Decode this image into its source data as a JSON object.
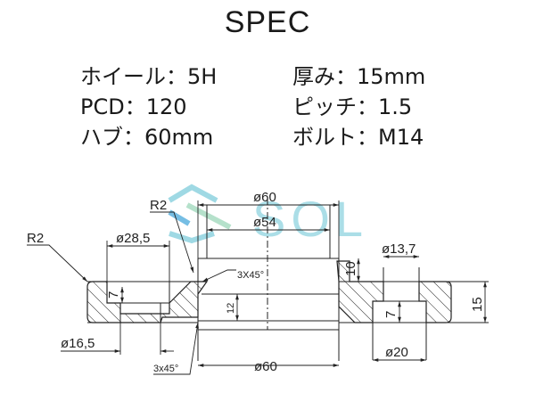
{
  "title": "SPEC",
  "specs": {
    "left": [
      {
        "label": "ホイール",
        "sep": "：",
        "value": "5H"
      },
      {
        "label": "PCD",
        "sep": "：",
        "value": "120"
      },
      {
        "label": "ハブ",
        "sep": "：",
        "value": "60mm"
      }
    ],
    "right": [
      {
        "label": "厚み",
        "sep": "：",
        "value": "15mm"
      },
      {
        "label": "ピッチ",
        "sep": "：",
        "value": "1.5"
      },
      {
        "label": "ボルト",
        "sep": "：",
        "value": "M14"
      }
    ]
  },
  "spec_lines": {
    "l0": "ホイール：5H",
    "l1": "PCD：120",
    "l2": "ハブ：60mm",
    "r0": "厚み：15mm",
    "r1": "ピッチ：1.5",
    "r2": "ボルト：M14"
  },
  "drawing": {
    "watermark": "SOL",
    "dimensions": {
      "r2_left": "R2",
      "r2_top": "R2",
      "d28_5": "ø28,5",
      "d60_top": "ø60",
      "d54": "ø54",
      "chamfer_top": "3X45°",
      "ten": "10",
      "d13_7": "ø13,7",
      "seven_left": "7",
      "twelve": "12",
      "seven_right": "7",
      "fifteen": "15",
      "d16_5": "ø16,5",
      "chamfer_bottom": "3x45°",
      "d60_bottom": "ø60",
      "d20": "ø20"
    },
    "colors": {
      "line": "#222222",
      "watermark_cyan": "#8fd3e0",
      "watermark_green": "#a9dcc2",
      "watermark_blue": "#5fb3e0"
    }
  }
}
